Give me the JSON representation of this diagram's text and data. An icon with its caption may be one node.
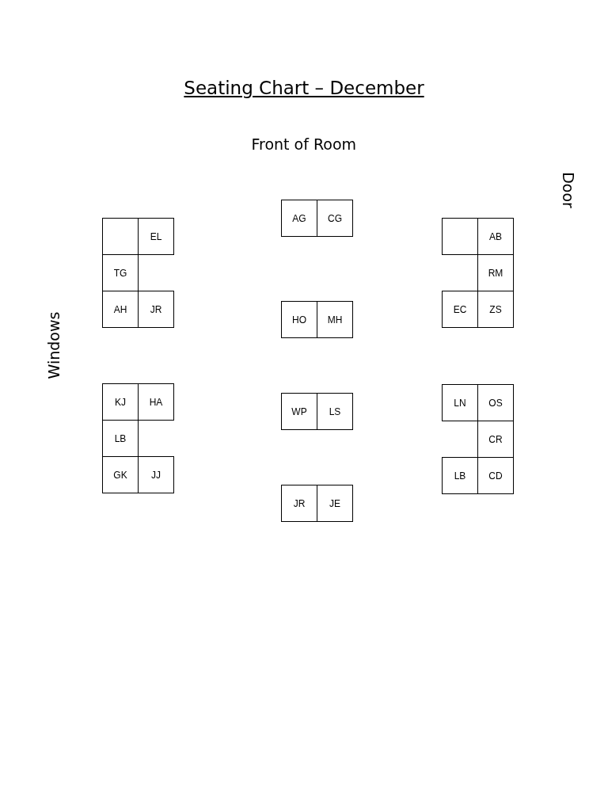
{
  "diagram": {
    "title": "Seating Chart – December",
    "nodes": [
      {
        "text": [],
        "shape": "box"
      },
      {
        "text": [
          "EL"
        ]
      },
      {
        "text": [
          "TG"
        ]
      },
      {
        "text": [
          "AH"
        ]
      },
      {
        "text": [
          "JR"
        ]
      },
      {
        "text": [
          "AG"
        ]
      },
      {
        "text": [
          "CG"
        ]
      },
      {
        "text": [
          "HO"
        ]
      },
      {
        "text": [
          "MH"
        ]
      },
      {
        "text": [],
        "shape": "box"
      },
      {
        "text": [
          "AB"
        ]
      },
      {
        "text": [
          "RM"
        ]
      },
      {
        "text": [
          "EC"
        ]
      },
      {
        "text": [
          "ZS"
        ]
      },
      {
        "text": [
          "KJ"
        ]
      },
      {
        "text": [
          "HA"
        ]
      },
      {
        "text": [
          "LB"
        ]
      },
      {
        "text": [
          "GK"
        ]
      },
      {
        "text": [
          "JJ"
        ]
      },
      {
        "text": [
          "WP"
        ]
      },
      {
        "text": [
          "LS"
        ]
      },
      {
        "text": [
          "LN"
        ]
      },
      {
        "text": [
          "OS"
        ]
      },
      {
        "text": [
          "CR"
        ]
      },
      {
        "text": [
          "LB"
        ]
      },
      {
        "text": [
          "CD"
        ]
      },
      {
        "text": [
          "JR"
        ]
      },
      {
        "text": [
          "JE"
        ]
      }
    ],
    "labels": [
      "Front of Room",
      "Door",
      "Windows"
    ]
  }
}
